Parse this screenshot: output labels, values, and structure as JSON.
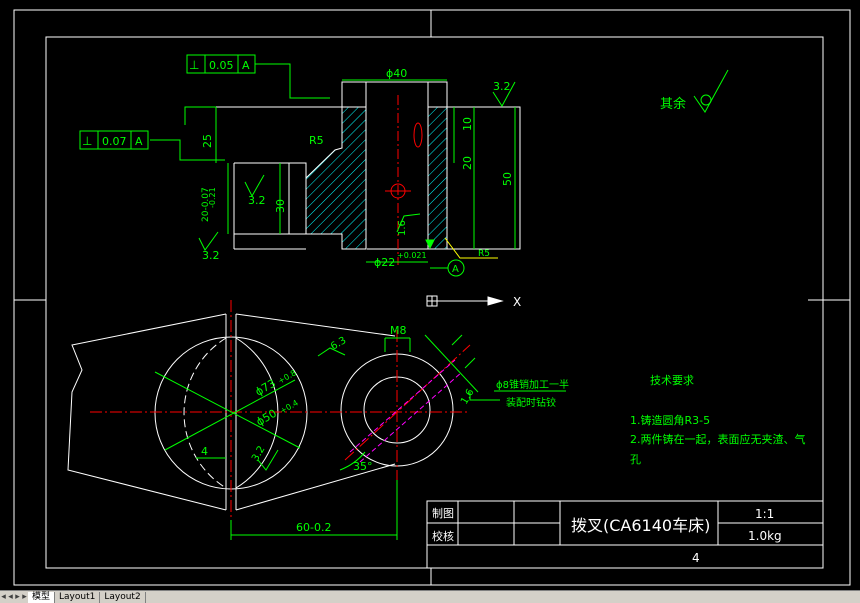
{
  "colors": {
    "background": "#000000",
    "outline": "#ffffff",
    "dimension": "#00ff00",
    "center_line": "#ff0000",
    "hatch": "#00ffff",
    "leader": "#ffff00",
    "hidden": "#ff00ff"
  },
  "top_view": {
    "gdt_top": {
      "symbol": "⊥",
      "value": "0.05",
      "datum": "A"
    },
    "gdt_left": {
      "symbol": "⊥",
      "value": "0.07",
      "datum": "A"
    },
    "dim_40": "ϕ40",
    "dim_25": "25",
    "dim_r5": "R5",
    "dim_10": "10",
    "dim_20": "20",
    "dim_50": "50",
    "dim_30": "30",
    "dim_20tol": "20-0.07",
    "dim_20tol2": "-0.21",
    "rough_32a": "3.2",
    "rough_32b": "3.2",
    "rough_32c": "3.2",
    "dim_16": "1.6",
    "dim_22": "ϕ22",
    "dim_22tol": "+0.021",
    "datum_a": "A",
    "dim_r5b": "R5"
  },
  "rest_note": "其余",
  "front_view": {
    "dim_m8": "M8",
    "dim_63": "6.3",
    "dim_73": "ϕ73",
    "dim_73tol": "+0.8",
    "dim_50": "ϕ50",
    "dim_50tol": "+0.4",
    "dim_4": "4",
    "dim_32": "3.2",
    "dim_35": "35°",
    "dim_16": "1.6",
    "dim_60": "60-0.2",
    "hole_note_line1": "ϕ8锥销加工一半",
    "hole_note_line2": "装配时钻铰"
  },
  "tech_req": {
    "title": "技术要求",
    "line1": "1.铸造圆角R3-5",
    "line2": "2.两件铸在一起，表面应无夹渣、气",
    "line3": "孔"
  },
  "title_block": {
    "drawn_by": "制图",
    "checked_by": "校核",
    "part_name": "拨叉(CA6140车床)",
    "scale": "1:1",
    "weight": "1.0kg",
    "sheet": "4"
  },
  "ucs": {
    "x_label": "X"
  },
  "layout_tabs": {
    "model": "模型",
    "layout1": "Layout1",
    "layout2": "Layout2"
  }
}
